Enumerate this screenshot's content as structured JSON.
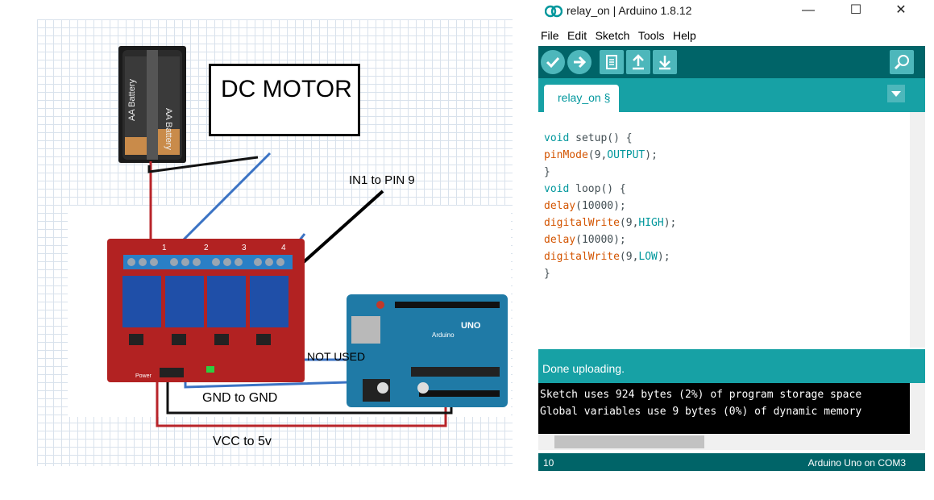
{
  "diagram": {
    "battery_labels": [
      "AA Battery",
      "AA Battery"
    ],
    "motor_label": "DC MOTOR",
    "in1_label": "IN1 to PIN 9",
    "not_used_label": "NOT USED",
    "gnd_label": "GND to GND",
    "vcc_label": "VCC to 5v",
    "relay_numbers": [
      "1",
      "2",
      "3",
      "4"
    ],
    "relay_power_label": "Power",
    "arduino_label": "Arduino",
    "uno_label": "UNO",
    "colors": {
      "relay_board": "#b22222",
      "relay_block": "#1f4fa8",
      "terminal": "#2a7fc6",
      "arduino_board": "#1f7aa6",
      "wire_red": "#b8242a",
      "wire_blue": "#3b73c4",
      "wire_black": "#111111"
    }
  },
  "ide": {
    "title": "relay_on | Arduino 1.8.12",
    "menu": [
      "File",
      "Edit",
      "Sketch",
      "Tools",
      "Help"
    ],
    "toolbar_icons": [
      "verify-icon",
      "upload-icon",
      "new-icon",
      "open-icon",
      "save-icon",
      "serial-monitor-icon"
    ],
    "tab_label": "relay_on §",
    "code": {
      "l1_kw": "void",
      "l1_rest": " setup() {",
      "l2_fn": "pinMode",
      "l2_a": "(9,",
      "l2_const": "OUTPUT",
      "l2_b": ");",
      "l3": "}",
      "l4_kw": "void",
      "l4_rest": " loop() {",
      "l5_fn": "delay",
      "l5_rest": "(10000);",
      "l6_fn": "digitalWrite",
      "l6_a": "(9,",
      "l6_const": "HIGH",
      "l6_b": ");",
      "l7_fn": "delay",
      "l7_rest": "(10000);",
      "l8_fn": "digitalWrite",
      "l8_a": "(9,",
      "l8_const": "LOW",
      "l8_b": ");",
      "l9": "}"
    },
    "status": "Done uploading.",
    "console": [
      "Sketch uses 924 bytes (2%) of program storage space",
      "Global variables use 9 bytes (0%) of dynamic memory"
    ],
    "footer_line": "10",
    "footer_board": "Arduino Uno on COM3",
    "colors": {
      "toolbar": "#006468",
      "tabbar": "#17a1a5",
      "button": "#4db7bb",
      "keyword": "#00979c",
      "function": "#d35400"
    }
  }
}
